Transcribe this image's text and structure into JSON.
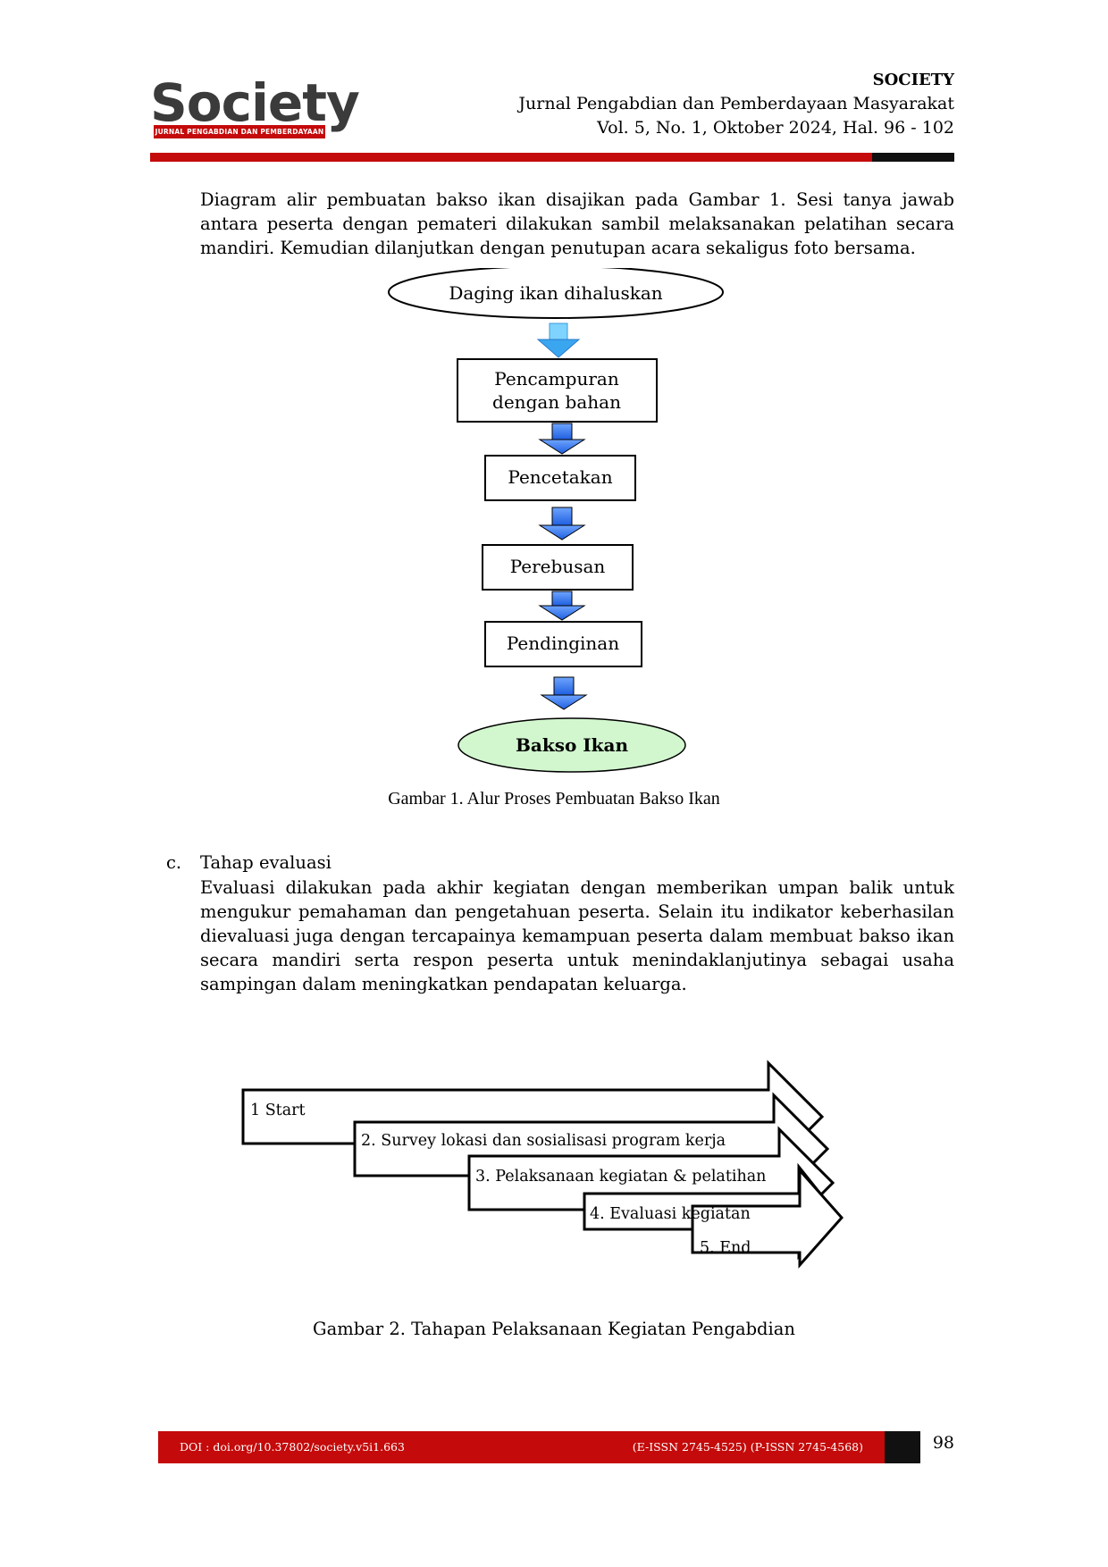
{
  "header": {
    "logo_text": "Society",
    "logo_subtitle": "JURNAL PENGABDIAN DAN PEMBERDAYAAN MASYARAKAT",
    "journal_short": "SOCIETY",
    "journal_name": "Jurnal Pengabdian dan Pemberdayaan Masyarakat",
    "volume_info": "Vol. 5, No. 1, Oktober 2024, Hal. 96 - 102",
    "colors": {
      "accent_red": "#c40a0a",
      "accent_black": "#111111"
    }
  },
  "body": {
    "paragraph_1": "Diagram alir pembuatan bakso ikan disajikan pada Gambar 1. Sesi tanya jawab antara peserta dengan pemateri dilakukan sambil melaksanakan pelatihan secara mandiri. Kemudian dilanjutkan dengan penutupan acara sekaligus foto bersama.",
    "figure1": {
      "start": "Daging ikan dihaluskan",
      "steps": [
        "Pencampuran",
        "dengan bahan",
        "Pencetakan",
        "Perebusan",
        "Pendinginan"
      ],
      "end": "Bakso Ikan",
      "caption": "Gambar 1. Alur Proses Pembuatan Bakso Ikan",
      "colors": {
        "arrow": "#2f6fe8",
        "end_fill": "#d2f7cf"
      }
    },
    "section_letter": "c.",
    "section_title": "Tahap evaluasi",
    "paragraph_2": "Evaluasi dilakukan pada akhir kegiatan dengan memberikan umpan balik untuk mengukur pemahaman dan pengetahuan peserta. Selain itu indikator keberhasilan dievaluasi juga dengan tercapainya kemampuan peserta dalam membuat bakso ikan secara mandiri serta respon peserta untuk menindaklanjutinya sebagai usaha sampingan dalam meningkatkan pendapatan keluarga.",
    "figure2": {
      "stages": [
        "1 Start",
        "2. Survey lokasi dan sosialisasi program kerja",
        "3. Pelaksanaan kegiatan & pelatihan",
        "4. Evaluasi kegiatan",
        "5. End"
      ],
      "caption": "Gambar 2. Tahapan Pelaksanaan Kegiatan Pengabdian"
    }
  },
  "footer": {
    "doi": "DOI : doi.org/10.37802/society.v5i1.663",
    "issn": "(E-ISSN 2745-4525) (P-ISSN 2745-4568)",
    "page_number": "98"
  }
}
